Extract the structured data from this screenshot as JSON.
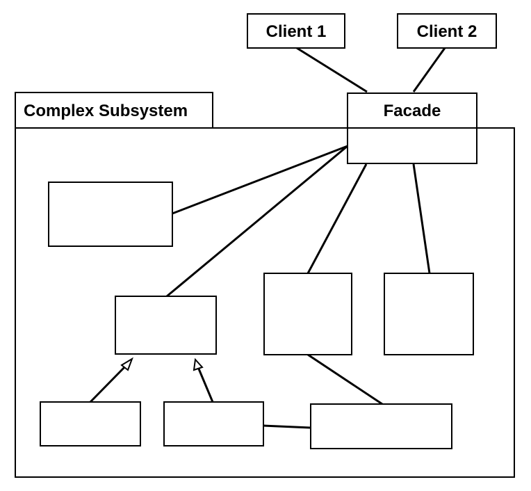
{
  "diagram": {
    "package_label": "Complex Subsystem",
    "facade_label": "Facade",
    "clients": [
      {
        "label": "Client 1"
      },
      {
        "label": "Client 2"
      }
    ],
    "colors": {
      "stroke": "#000000",
      "fill": "#ffffff"
    }
  }
}
